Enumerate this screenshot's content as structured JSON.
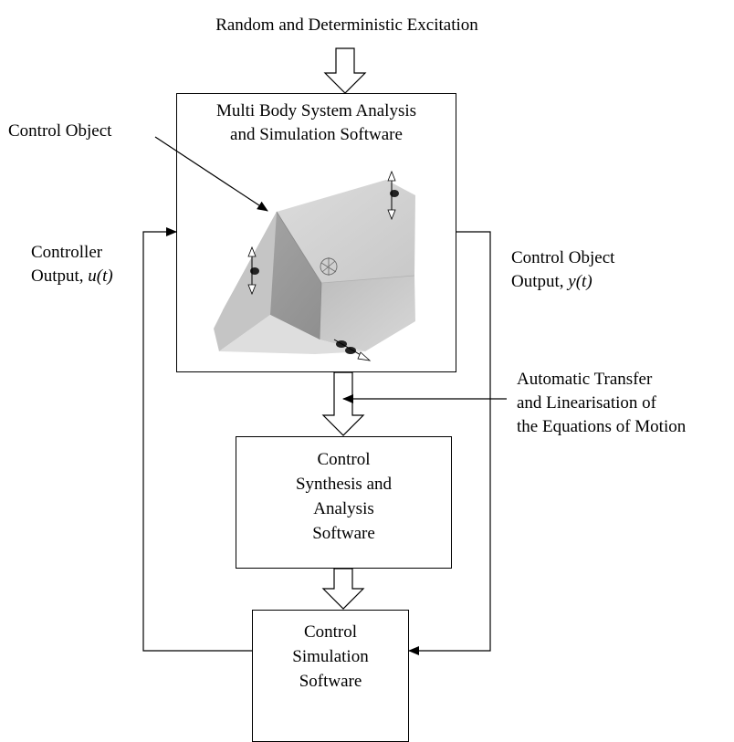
{
  "excitation_label": "Random and Deterministic Excitation",
  "mbs_box": {
    "line1": "Multi Body System Analysis",
    "line2": "and Simulation Software"
  },
  "control_object_label": "Control Object",
  "controller_output": {
    "line1": "Controller",
    "line2_prefix": "Output, ",
    "line2_symbol": "u(t)"
  },
  "control_object_output": {
    "line1": "Control Object",
    "line2_prefix": "Output, ",
    "line2_symbol": "y(t)"
  },
  "transfer_label": {
    "line1": "Automatic Transfer",
    "line2": "and Linearisation of",
    "line3": "the Equations of Motion"
  },
  "synthesis_box": {
    "line1": "Control",
    "line2": "Synthesis and",
    "line3": "Analysis",
    "line4": "Software"
  },
  "simulation_box": {
    "line1": "Control",
    "line2": "Simulation",
    "line3": "Software"
  }
}
